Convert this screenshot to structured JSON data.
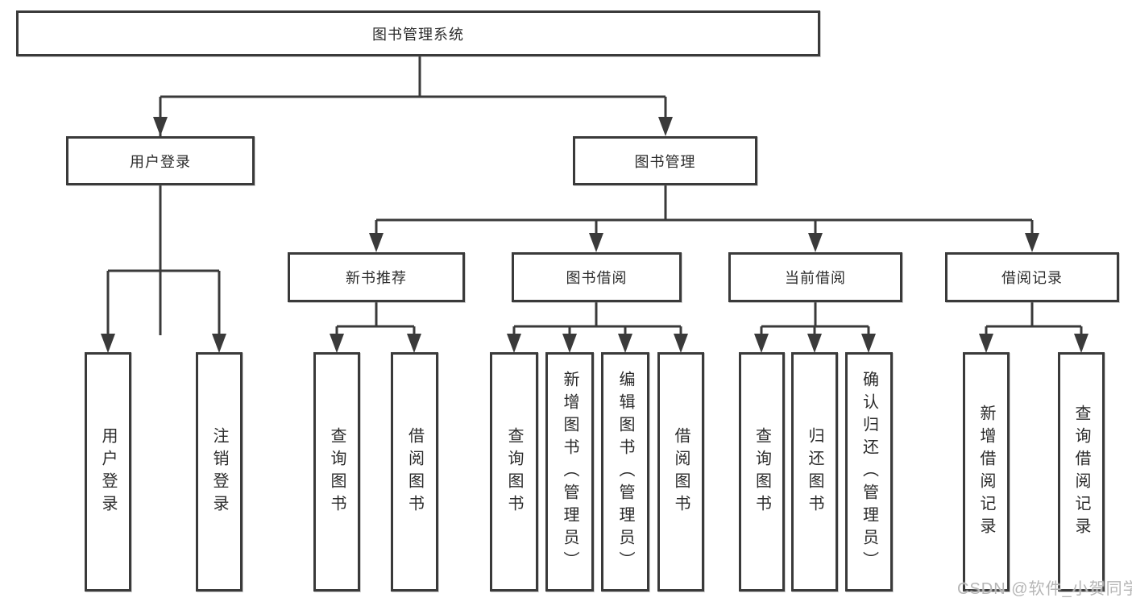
{
  "diagram": {
    "root": {
      "label": "图书管理系统"
    },
    "branches": [
      {
        "label": "用户登录",
        "children": [
          {
            "label": "用户登录"
          },
          {
            "label": "注销登录"
          }
        ]
      },
      {
        "label": "图书管理",
        "children": [
          {
            "label": "新书推荐",
            "children": [
              {
                "label": "查询图书"
              },
              {
                "label": "借阅图书"
              }
            ]
          },
          {
            "label": "图书借阅",
            "children": [
              {
                "label": "查询图书"
              },
              {
                "label": "新增图书（管理员）"
              },
              {
                "label": "编辑图书（管理员）"
              },
              {
                "label": "借阅图书"
              }
            ]
          },
          {
            "label": "当前借阅",
            "children": [
              {
                "label": "查询图书"
              },
              {
                "label": "归还图书"
              },
              {
                "label": "确认归还（管理员）"
              }
            ]
          },
          {
            "label": "借阅记录",
            "children": [
              {
                "label": "新增借阅记录"
              },
              {
                "label": "查询借阅记录"
              }
            ]
          }
        ]
      }
    ]
  },
  "watermark": {
    "text": "CSDN @软件_小贺同学"
  },
  "colors": {
    "line": "#3a3a3a",
    "text": "#2b2b2b",
    "watermark": "#b6b6b6",
    "background": "#ffffff"
  }
}
